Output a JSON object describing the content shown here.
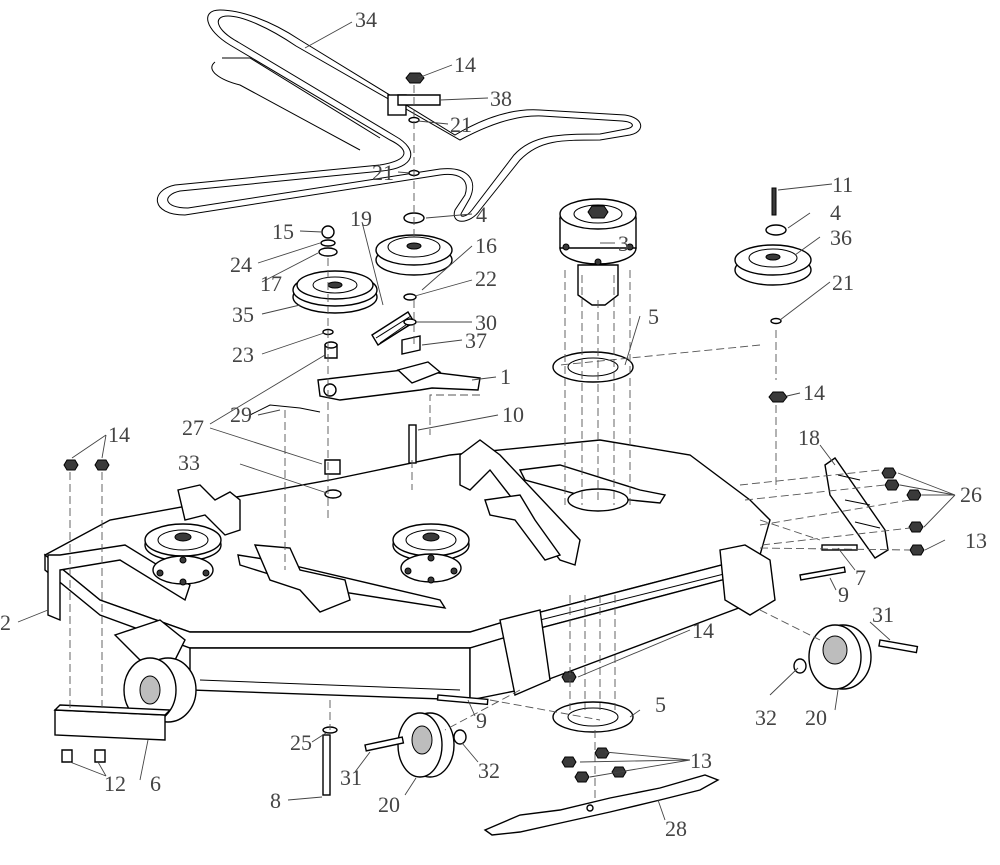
{
  "callouts": [
    {
      "n": "34"
    },
    {
      "n": "14"
    },
    {
      "n": "38"
    },
    {
      "n": "21"
    },
    {
      "n": "21"
    },
    {
      "n": "4"
    },
    {
      "n": "15"
    },
    {
      "n": "19"
    },
    {
      "n": "16"
    },
    {
      "n": "24"
    },
    {
      "n": "17"
    },
    {
      "n": "22"
    },
    {
      "n": "35"
    },
    {
      "n": "30"
    },
    {
      "n": "37"
    },
    {
      "n": "23"
    },
    {
      "n": "1"
    },
    {
      "n": "29"
    },
    {
      "n": "27"
    },
    {
      "n": "10"
    },
    {
      "n": "3"
    },
    {
      "n": "11"
    },
    {
      "n": "4"
    },
    {
      "n": "36"
    },
    {
      "n": "21"
    },
    {
      "n": "5"
    },
    {
      "n": "14"
    },
    {
      "n": "14"
    },
    {
      "n": "33"
    },
    {
      "n": "18"
    },
    {
      "n": "26"
    },
    {
      "n": "13"
    },
    {
      "n": "7"
    },
    {
      "n": "9"
    },
    {
      "n": "2"
    },
    {
      "n": "14"
    },
    {
      "n": "31"
    },
    {
      "n": "9"
    },
    {
      "n": "5"
    },
    {
      "n": "32"
    },
    {
      "n": "20"
    },
    {
      "n": "25"
    },
    {
      "n": "12"
    },
    {
      "n": "6"
    },
    {
      "n": "31"
    },
    {
      "n": "32"
    },
    {
      "n": "13"
    },
    {
      "n": "8"
    },
    {
      "n": "20"
    },
    {
      "n": "28"
    }
  ]
}
